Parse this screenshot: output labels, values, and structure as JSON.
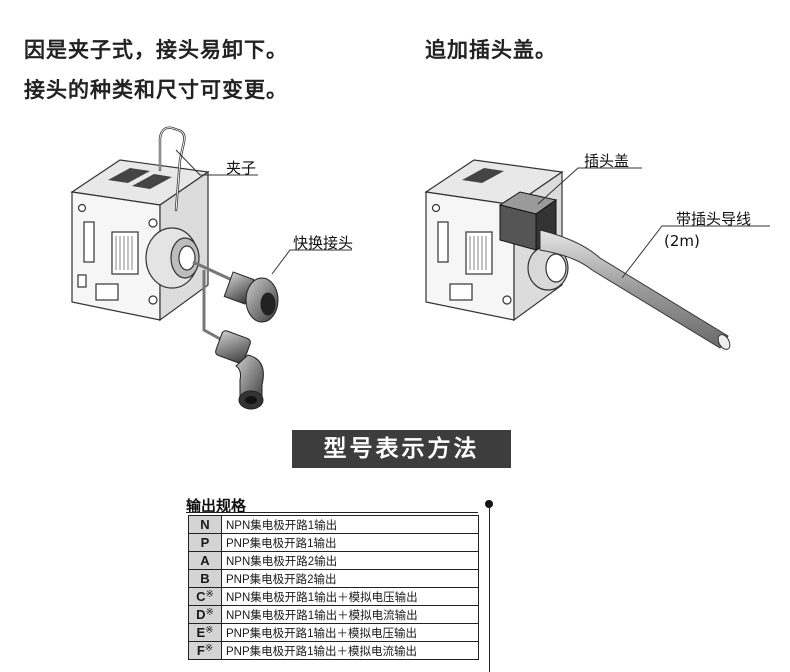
{
  "left_heading": {
    "line1": "因是夹子式，接头易卸下。",
    "line2": "接头的种类和尺寸可变更。"
  },
  "right_heading": "追加插头盖。",
  "callouts": {
    "clip": "夹子",
    "quick_fitting": "快换接头",
    "plug_cover": "插头盖",
    "lead_wire": "带插头导线",
    "lead_length": "(2m)"
  },
  "section_title": "型号表示方法",
  "output_spec": {
    "title": "输出规格",
    "rows": [
      {
        "code": "N",
        "star": "",
        "desc": "NPN集电极开路1输出"
      },
      {
        "code": "P",
        "star": "",
        "desc": "PNP集电极开路1输出"
      },
      {
        "code": "A",
        "star": "",
        "desc": "NPN集电极开路2输出"
      },
      {
        "code": "B",
        "star": "",
        "desc": "PNP集电极开路2输出"
      },
      {
        "code": "C",
        "star": "※",
        "desc": "NPN集电极开路1输出＋模拟电压输出"
      },
      {
        "code": "D",
        "star": "※",
        "desc": "NPN集电极开路1输出＋模拟电流输出"
      },
      {
        "code": "E",
        "star": "※",
        "desc": "PNP集电极开路1输出＋模拟电压输出"
      },
      {
        "code": "F",
        "star": "※",
        "desc": "PNP集电极开路1输出＋模拟电流输出"
      }
    ]
  }
}
